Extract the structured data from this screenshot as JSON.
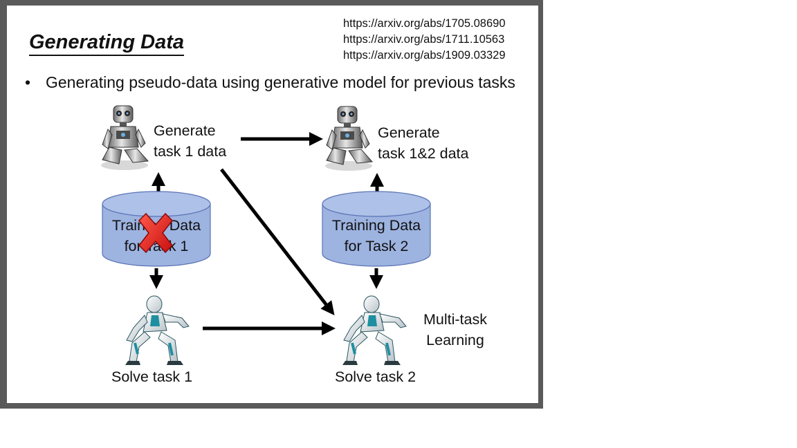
{
  "slide": {
    "title": "Generating Data",
    "references": [
      "https://arxiv.org/abs/1705.08690",
      "https://arxiv.org/abs/1711.10563",
      "https://arxiv.org/abs/1909.03329"
    ],
    "bullet": "Generating pseudo-data using generative model for previous tasks"
  },
  "diagram": {
    "gen1": {
      "line1": "Generate",
      "line2": "task 1 data"
    },
    "gen2": {
      "line1": "Generate",
      "line2": "task 1&2 data"
    },
    "db1": {
      "line1": "Training Data",
      "line2": "for Task 1"
    },
    "db2": {
      "line1": "Training Data",
      "line2": "for Task 2"
    },
    "solve1": "Solve task 1",
    "solve2": "Solve task 2",
    "multitask": {
      "line1": "Multi-task",
      "line2": "Learning"
    }
  },
  "colors": {
    "database_fill": "#9db3e0",
    "database_stroke": "#5a73b5",
    "cross": "#e02020",
    "arrow": "#000000"
  },
  "icons": [
    "sitting-robot-icon",
    "crouching-robot-icon",
    "red-cross-icon"
  ]
}
